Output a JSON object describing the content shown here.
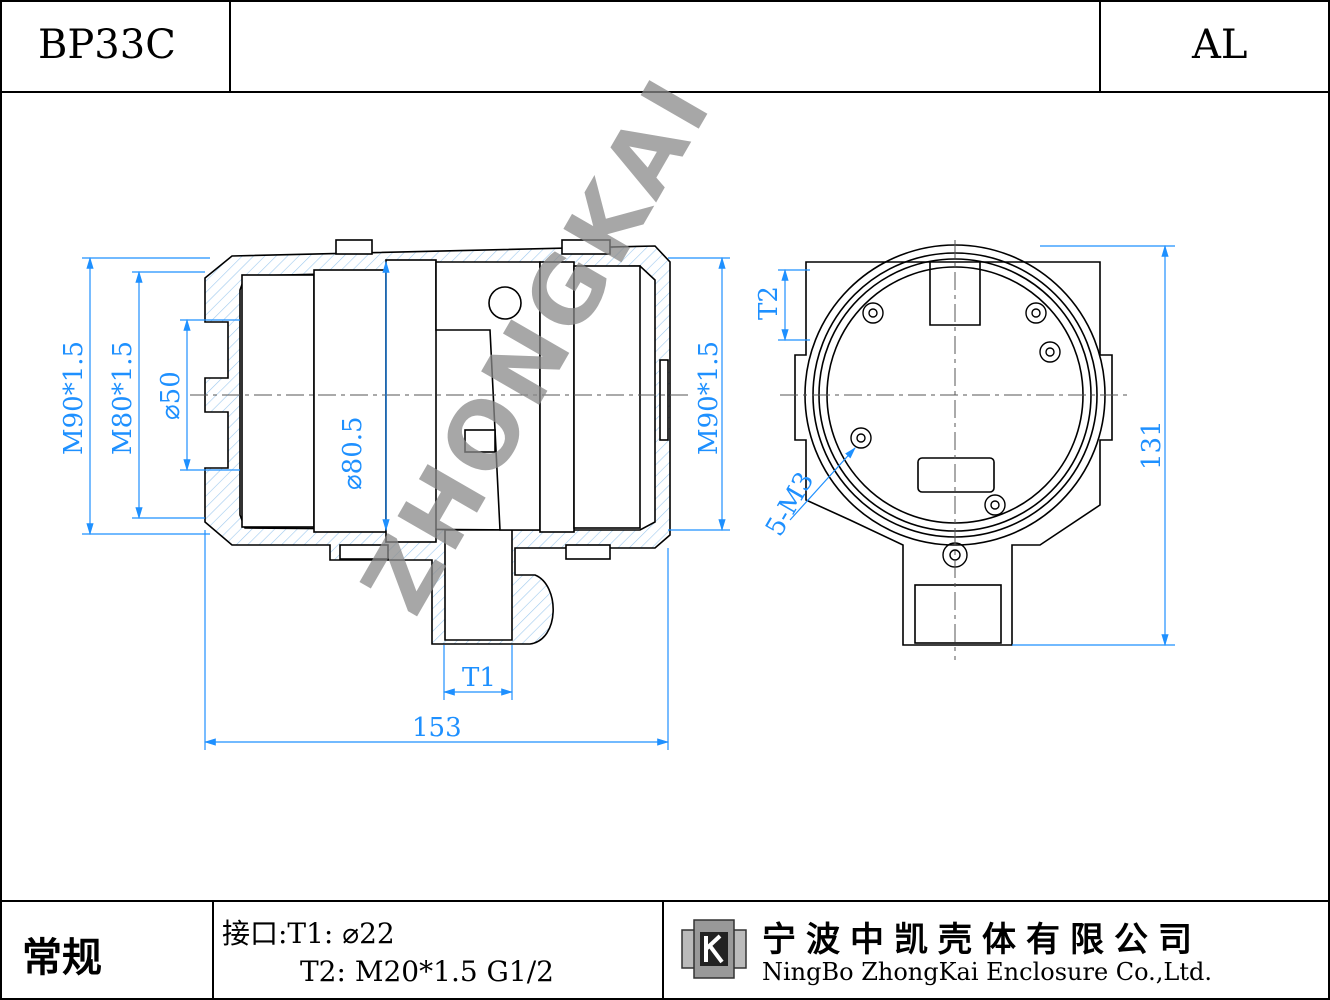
{
  "header": {
    "model": "BP33C",
    "material": "AL"
  },
  "drawing": {
    "watermark": "ZHONGKAI",
    "dimensions": {
      "m90_left": "M90*1.5",
      "m80": "M80*1.5",
      "d50": "⌀50",
      "d80_5": "⌀80.5",
      "m90_right": "M90*1.5",
      "t1": "T1",
      "width_153": "153",
      "t2": "T2",
      "m3": "5-M3",
      "height_131": "131"
    }
  },
  "footer": {
    "category": "常规",
    "ports_line1": "接口:T1: ⌀22",
    "ports_line2": "T2: M20*1.5 G1/2",
    "company_cn": "宁波中凯壳体有限公司",
    "company_en": "NingBo ZhongKai Enclosure Co.,Ltd."
  },
  "colors": {
    "dimension": "#1e90ff",
    "hatch": "#9ec9ee",
    "watermark": "#8a8a8a"
  }
}
